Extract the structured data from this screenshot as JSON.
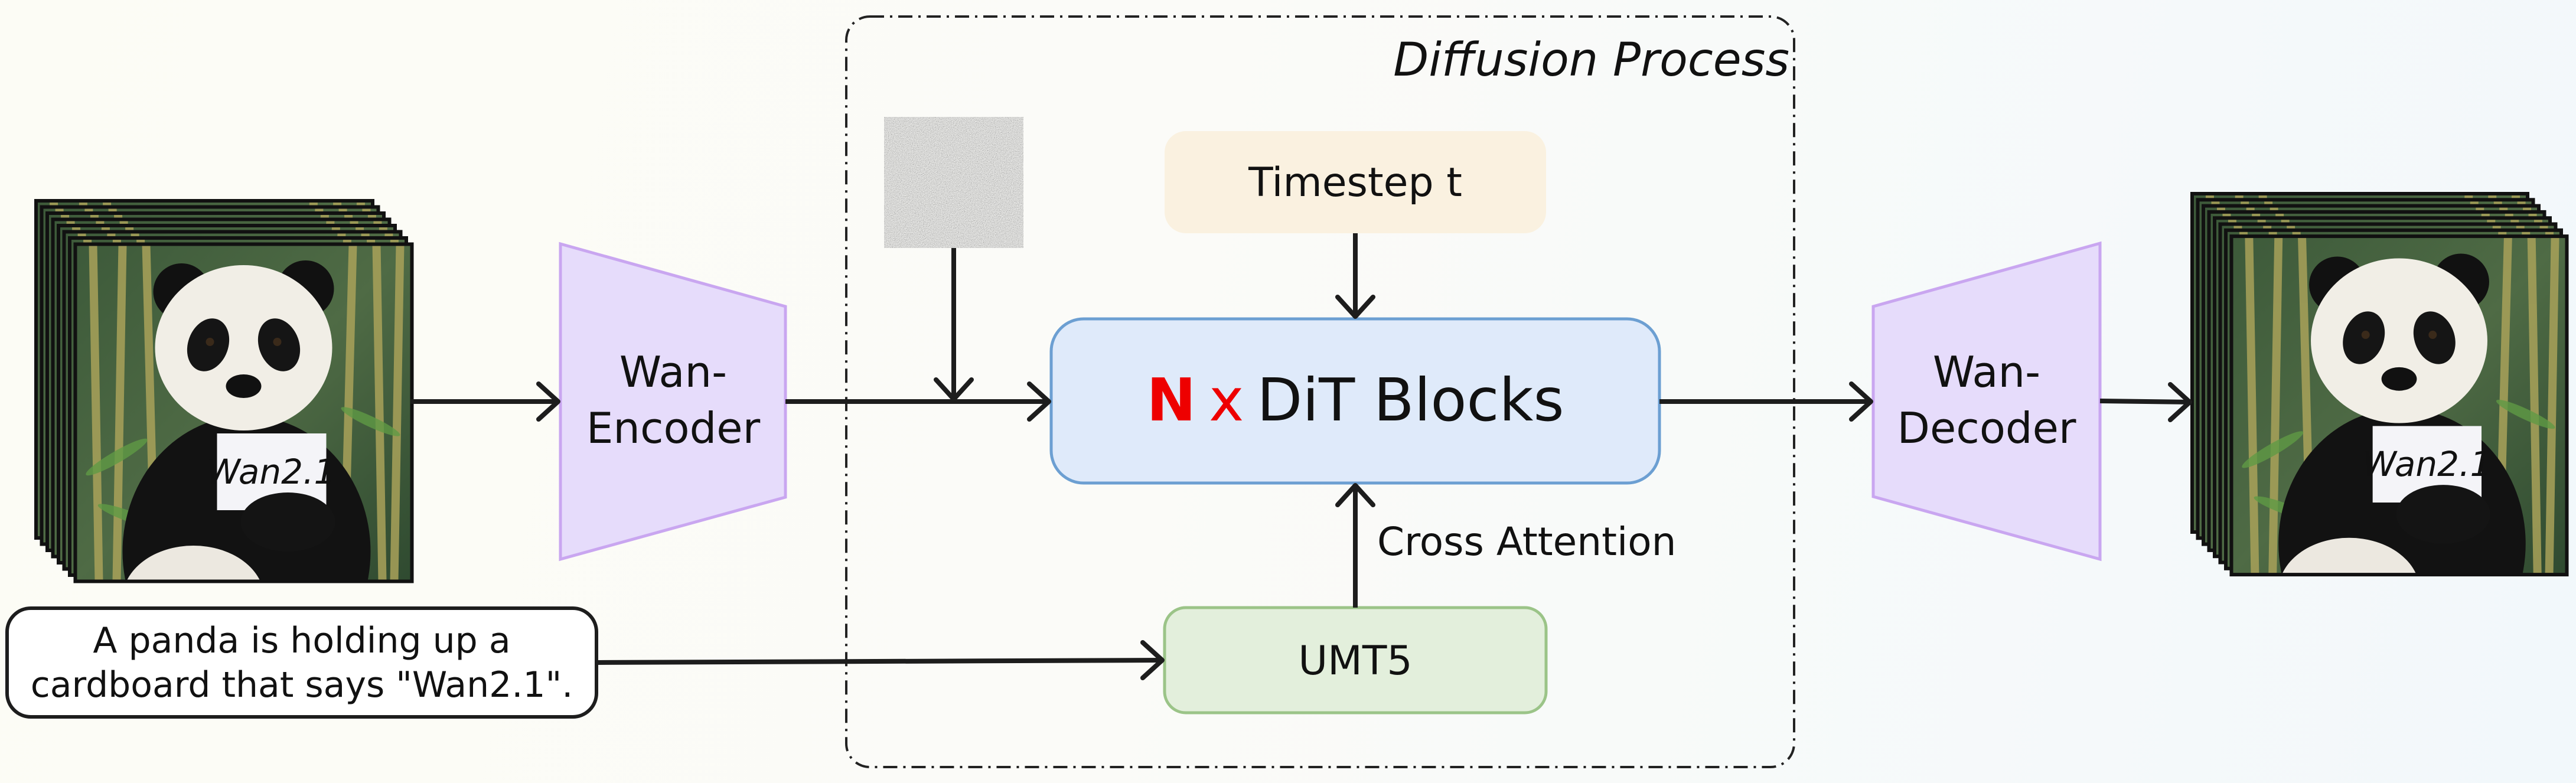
{
  "diagram": {
    "group_label": "Diffusion Process",
    "encoder_label": [
      "Wan-",
      "Encoder"
    ],
    "decoder_label": [
      "Wan-",
      "Decoder"
    ],
    "timestep_label": "Timestep t",
    "dit_label": {
      "n": "N",
      "x": "x",
      "rest": "DiT Blocks"
    },
    "cross_attention_label": "Cross Attention",
    "text_encoder_label": "UMT5",
    "prompt": [
      "A panda is holding up a",
      "cardboard that says \"Wan2.1\"."
    ],
    "sign_text": "Wan2.1",
    "colors": {
      "encoder_fill": "#e6dcfb",
      "encoder_stroke": "#c9a6f0",
      "timestep_fill": "#faf1e0",
      "dit_fill": "#dfeafa",
      "dit_stroke": "#6c9fd2",
      "umt5_fill": "#e3efdc",
      "umt5_stroke": "#9bc488",
      "accent_red": "#ee0000"
    }
  }
}
